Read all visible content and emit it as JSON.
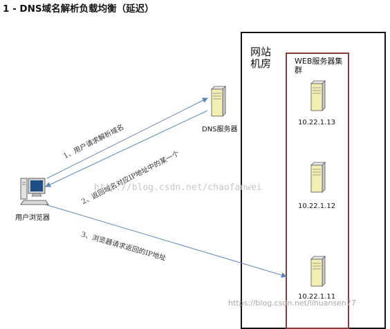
{
  "title": "1 - DNS域名解析负载均衡（延迟）",
  "room": {
    "label": "网站机房"
  },
  "cluster": {
    "label": "WEB服务器集群"
  },
  "dns": {
    "label": "DNS服务器"
  },
  "client": {
    "label": "用户浏览器"
  },
  "servers": [
    {
      "ip": "10.22.1.13"
    },
    {
      "ip": "10.22.1.12"
    },
    {
      "ip": "10.22.1.11"
    }
  ],
  "edges": [
    {
      "label": "1、用户请求解析域名"
    },
    {
      "label": "2、返回域名对应IP地址中的某一个"
    },
    {
      "label": "3、浏览器请求返回的IP地址"
    }
  ],
  "watermark": "http://blog.csdn.net/chaofanwei",
  "watermark2": "https://blog.csdn.net/lihuansen77",
  "colors": {
    "arrow": "#5b86b5",
    "cluster_border": "#8b3a3a",
    "server_face": "#f3efb2"
  }
}
